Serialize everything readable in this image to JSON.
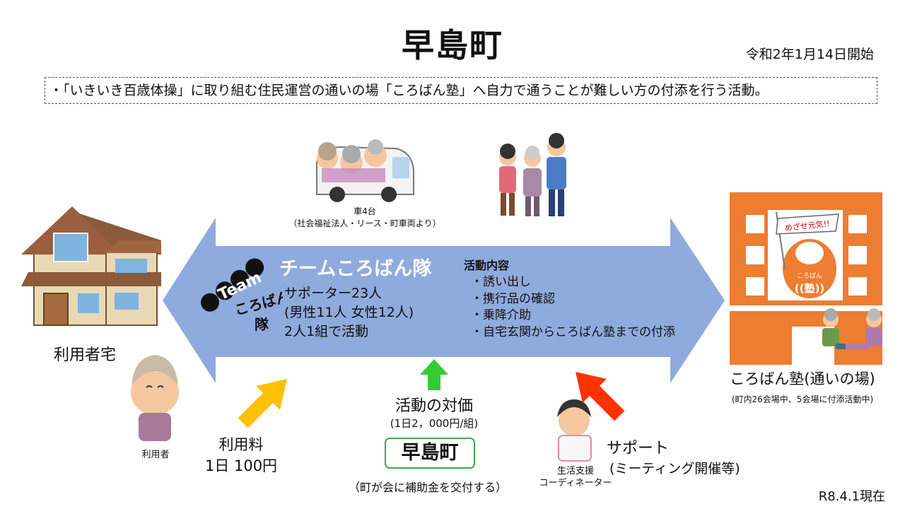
{
  "title": "早島町",
  "start_date": "令和2年1月14日開始",
  "summary": "・「いきいき百歳体操」に取り組む住民運営の通いの場「ころばん塾」へ自力で通うことが難しい方の付添を行う活動。",
  "vehicle": {
    "line1": "車4台",
    "line2": "（社会福祉法人・リース・町車両より）"
  },
  "home_label": "利用者宅",
  "team": {
    "logo_word": "Team",
    "logo_sub1": "ころばん",
    "logo_sub2": "隊",
    "name": "チームころばん隊",
    "lines": [
      "サポーター23人",
      "(男性11人 女性12人)",
      "2人1組で活動"
    ]
  },
  "activities": {
    "title": "活動内容",
    "items": [
      "・誘い出し",
      "・携行品の確認",
      "・乗降介助",
      "・自宅玄関からころばん塾までの付添"
    ]
  },
  "dojo": {
    "label": "ころばん塾(通いの場)",
    "note": "(町内26会場中、5会場に付添活動中)",
    "flag": "めざせ元気!!",
    "daruma_small": "ころばん",
    "daruma_big": "((塾))"
  },
  "user_label": "利用者",
  "fee": {
    "label": "利用料",
    "value": "1日 100円"
  },
  "reward": {
    "label": "活動の対価",
    "value": "(1日2，000円/組)"
  },
  "town": {
    "name": "早島町",
    "note": "（町が会に補助金を交付する）"
  },
  "coordinator": {
    "line1": "生活支援",
    "line2": "コーディネーター"
  },
  "support": {
    "label": "サポート",
    "detail": "(ミーティング開催等)"
  },
  "as_of": "R8.4.1現在",
  "colors": {
    "big_arrow": "#8faadc",
    "yellow_arrow": "#ffc000",
    "green_arrow": "#33cc33",
    "red_arrow": "#ff3300",
    "dojo_orange": "#ed7d31",
    "town_border": "#3aaa4a"
  }
}
